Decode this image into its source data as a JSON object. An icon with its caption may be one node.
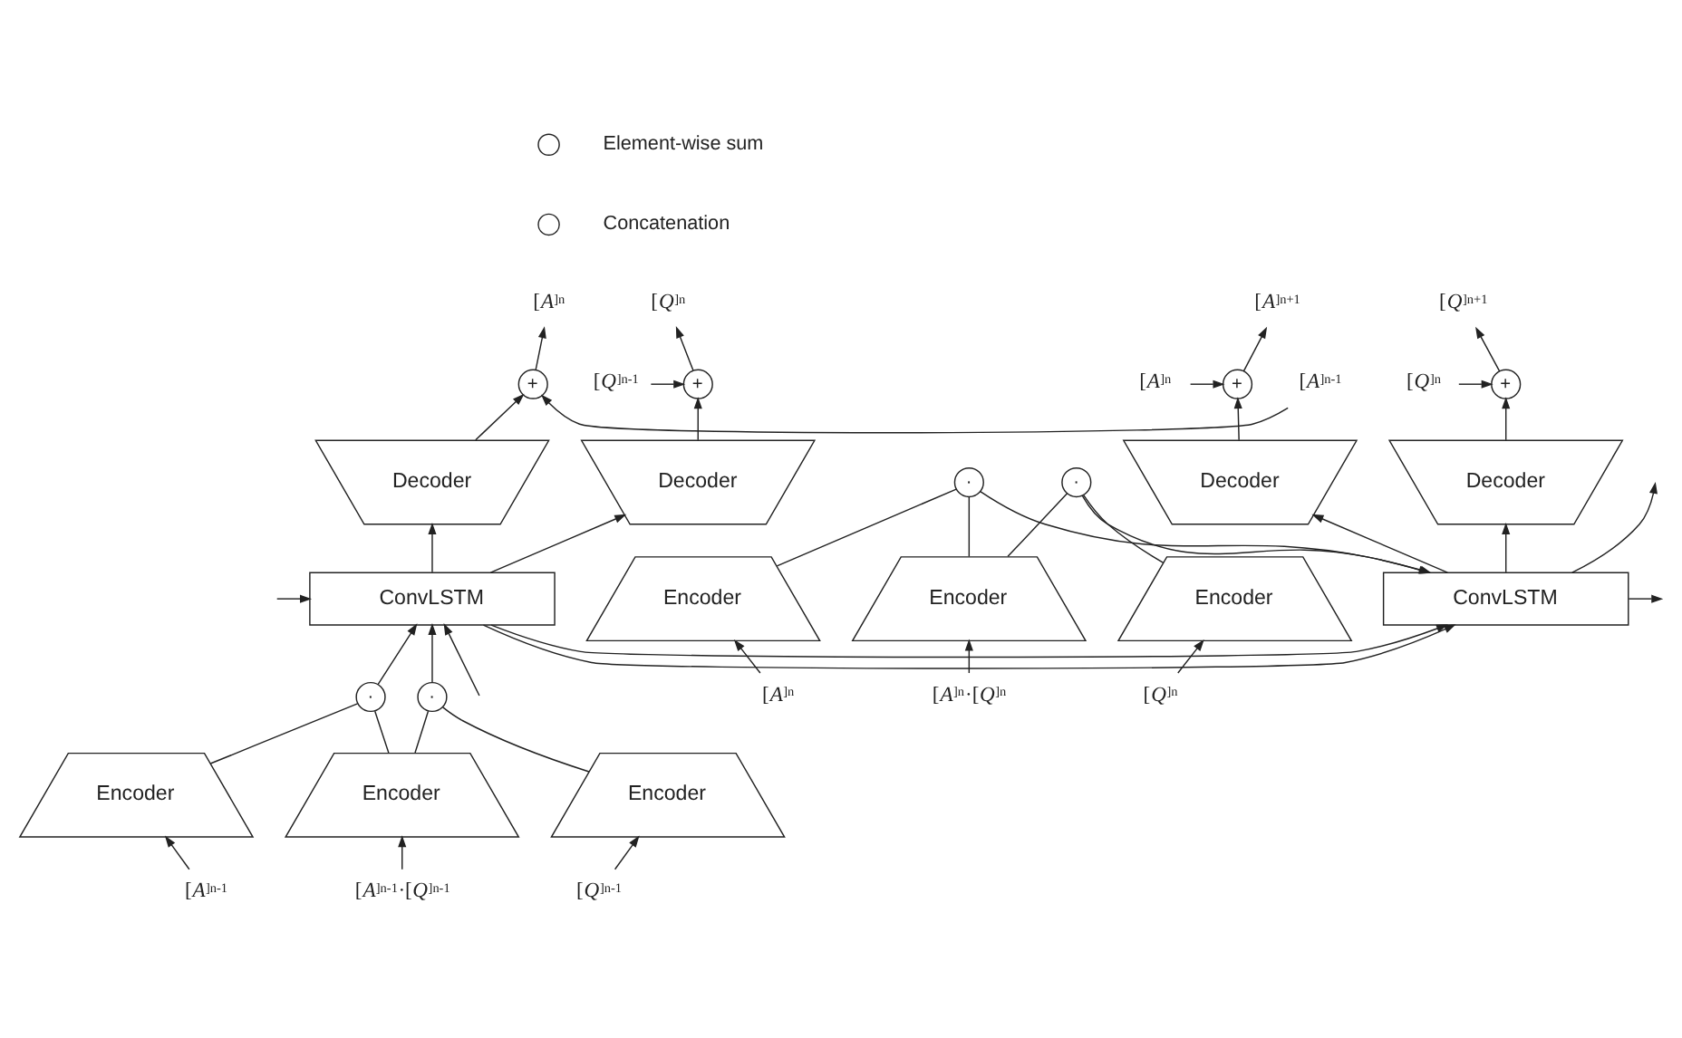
{
  "diagram": {
    "nodes": [
      {
        "text": [
          "[*A*]$^{n}$"
        ]
      },
      {
        "text": [
          "[*Q*]$^{n}$"
        ]
      },
      {
        "text": [
          "[*A*]$^{n-1}$"
        ]
      },
      {
        "text": [
          "+"
        ]
      },
      {
        "text": [
          "+"
        ]
      },
      {
        "text": [
          "[*Q*]$^{n-1}$"
        ]
      },
      {
        "text": [
          "Decoder"
        ]
      },
      {
        "text": [
          "Decoder"
        ]
      },
      {
        "text": [
          "ConvLSTM"
        ]
      },
      {
        "text": [
          "·"
        ]
      },
      {
        "text": [
          "·"
        ]
      },
      {
        "text": [
          "Encoder"
        ]
      },
      {
        "text": [
          "Encoder"
        ]
      },
      {
        "text": [
          "Encoder"
        ]
      },
      {
        "text": [
          "[*A*]$^{n-1}$"
        ]
      },
      {
        "text": [
          "[*A*]$^{n-1}$·[*Q*]$^{n-1}$"
        ]
      },
      {
        "text": [
          "[*Q*]$^{n-1}$"
        ]
      },
      {
        "text": [
          "[*A*]$^{n+1}$"
        ]
      },
      {
        "text": [
          "[*Q*]$^{n+1}$"
        ]
      },
      {
        "text": [
          "[*A*]$^{n}$"
        ]
      },
      {
        "text": [
          "+"
        ]
      },
      {
        "text": [
          "+"
        ]
      },
      {
        "text": [
          "[*Q*]$^{n}$"
        ]
      },
      {
        "text": [
          "Decoder"
        ]
      },
      {
        "text": [
          "Decoder"
        ]
      },
      {
        "text": [
          "ConvLSTM"
        ]
      },
      {
        "text": [
          "·"
        ]
      },
      {
        "text": [
          "·"
        ]
      },
      {
        "text": [
          "Encoder"
        ]
      },
      {
        "text": [
          "Encoder"
        ]
      },
      {
        "text": [
          "Encoder"
        ]
      },
      {
        "text": [
          "[*A*]$^{n}$"
        ]
      },
      {
        "text": [
          "[*A*]$^{n}$·[*Q*]$^{n}$"
        ]
      },
      {
        "text": [
          "[*Q*]$^{n}$"
        ]
      }
    ],
    "edges": [
      {
        "from": 2,
        "to": 3,
        "arrow": "to"
      },
      {
        "from": 6,
        "to": 3,
        "arrow": "to"
      },
      {
        "from": 3,
        "to": 0,
        "arrow": "to"
      },
      {
        "from": 5,
        "to": 4,
        "arrow": "to"
      },
      {
        "from": 7,
        "to": 4,
        "arrow": "to"
      },
      {
        "from": 4,
        "to": 1,
        "arrow": "to"
      },
      {
        "from": 8,
        "to": 6,
        "arrow": "to"
      },
      {
        "from": 8,
        "to": 7,
        "arrow": "to"
      },
      {
        "from": 9,
        "to": 8,
        "arrow": "to"
      },
      {
        "from": 10,
        "to": 8,
        "arrow": "to"
      },
      {
        "from": 11,
        "to": 9,
        "arrow": "none"
      },
      {
        "from": 12,
        "to": 9,
        "arrow": "none"
      },
      {
        "from": 12,
        "to": 10,
        "arrow": "none"
      },
      {
        "from": 13,
        "to": 10,
        "arrow": "none"
      },
      {
        "from": 14,
        "to": 11,
        "arrow": "to"
      },
      {
        "from": 15,
        "to": 12,
        "arrow": "to"
      },
      {
        "from": 16,
        "to": 13,
        "arrow": "to"
      },
      {
        "from": null,
        "to": 8,
        "arrow": "to"
      },
      {
        "from": null,
        "to": 8,
        "arrow": "to"
      },
      {
        "from": 8,
        "to": 25,
        "arrow": "to"
      },
      {
        "from": 8,
        "to": 25,
        "arrow": "to"
      },
      {
        "from": 19,
        "to": 20,
        "arrow": "to"
      },
      {
        "from": 23,
        "to": 20,
        "arrow": "to"
      },
      {
        "from": 20,
        "to": 17,
        "arrow": "to"
      },
      {
        "from": 22,
        "to": 21,
        "arrow": "to"
      },
      {
        "from": 24,
        "to": 21,
        "arrow": "to"
      },
      {
        "from": 21,
        "to": 18,
        "arrow": "to"
      },
      {
        "from": 25,
        "to": 23,
        "arrow": "to"
      },
      {
        "from": 25,
        "to": 24,
        "arrow": "to"
      },
      {
        "from": 26,
        "to": 25,
        "arrow": "to"
      },
      {
        "from": 27,
        "to": 25,
        "arrow": "to"
      },
      {
        "from": 28,
        "to": 26,
        "arrow": "none"
      },
      {
        "from": 29,
        "to": 26,
        "arrow": "none"
      },
      {
        "from": 29,
        "to": 27,
        "arrow": "none"
      },
      {
        "from": 30,
        "to": 27,
        "arrow": "none"
      },
      {
        "from": 31,
        "to": 28,
        "arrow": "to"
      },
      {
        "from": 32,
        "to": 29,
        "arrow": "to"
      },
      {
        "from": 33,
        "to": 30,
        "arrow": "to"
      },
      {
        "from": 25,
        "to": null,
        "arrow": "to"
      },
      {
        "from": 25,
        "to": null,
        "arrow": "to"
      }
    ],
    "legend": [
      {
        "text": "Element-wise sum"
      },
      {
        "text": "Concatenation"
      }
    ]
  }
}
